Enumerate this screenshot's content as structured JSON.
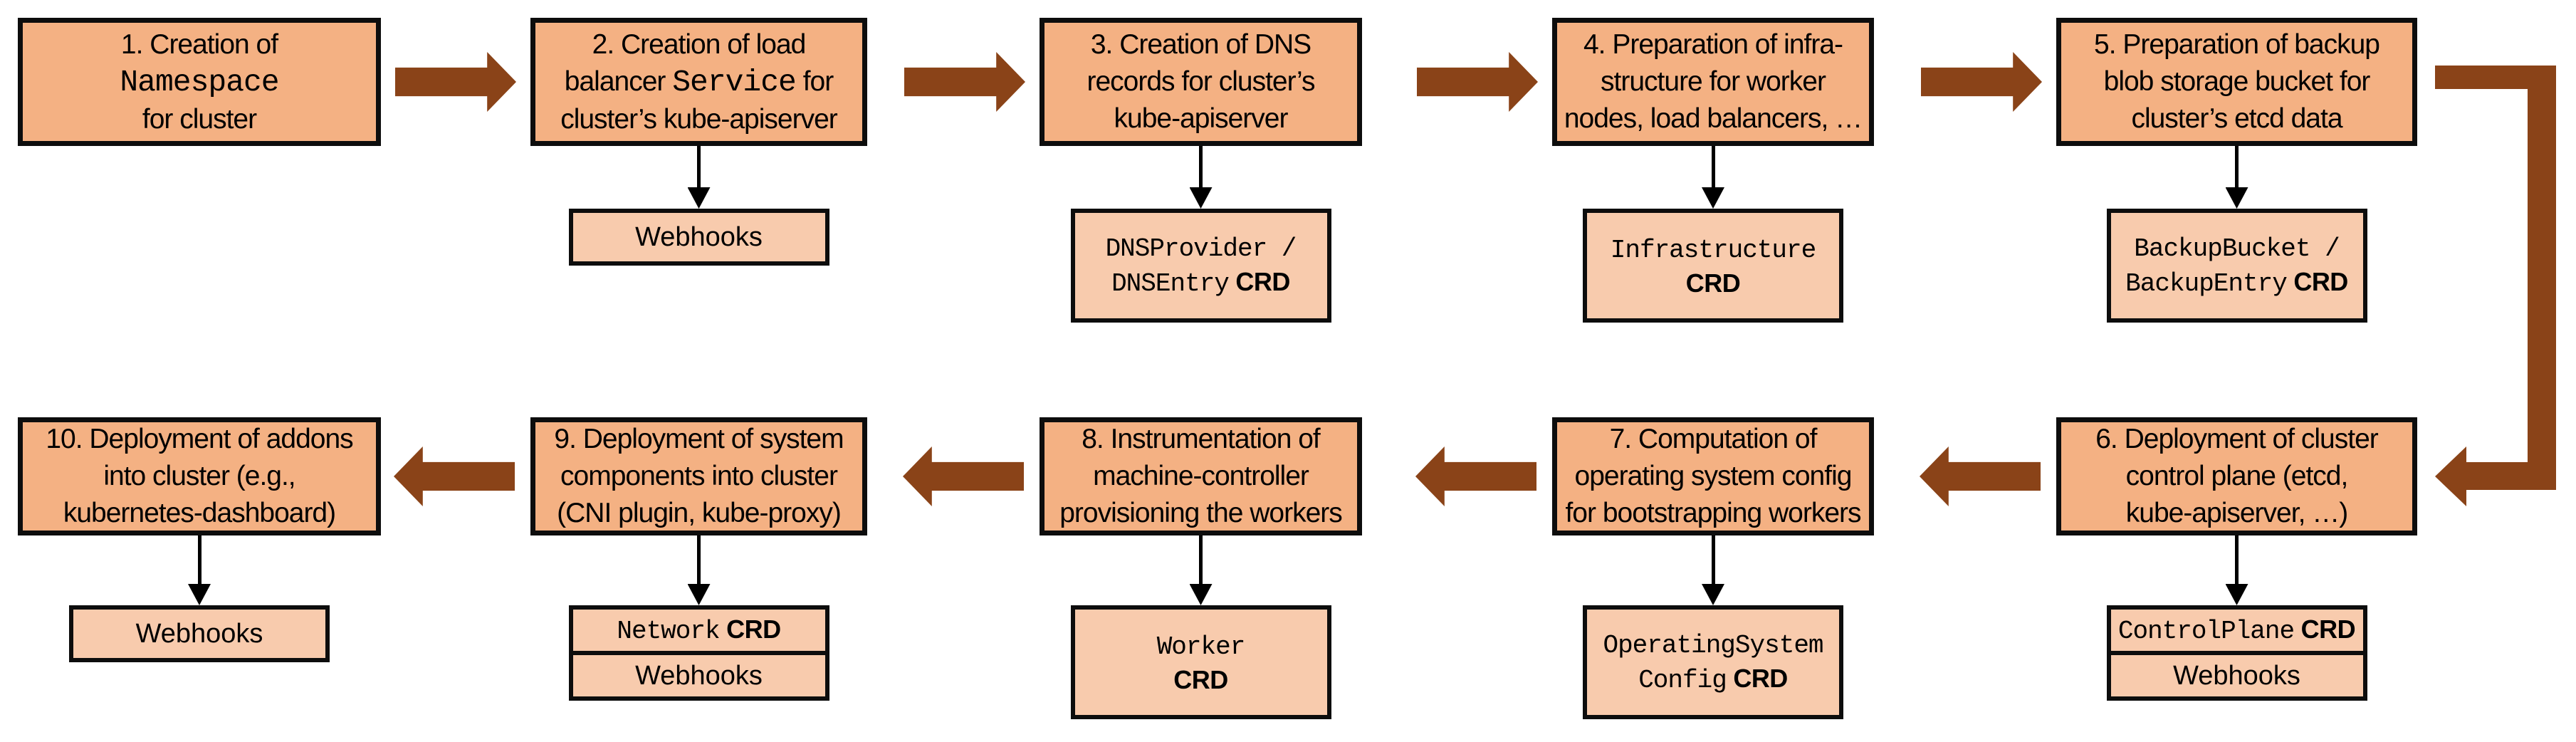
{
  "diagram": {
    "description": "Flow of 10 cluster reconciliation steps with extension CRD / webhook boxes",
    "colors": {
      "step_box_fill": "#F4B183",
      "sub_box_fill": "#F8CBAD",
      "arrow_brown": "#8A4318",
      "border_black": "#0D0D0D"
    },
    "steps": [
      {
        "id": 1,
        "row": 0,
        "col": 0,
        "lines": [
          [
            {
              "text": "1. Creation of"
            }
          ],
          [
            {
              "text": "Namespace",
              "mono": true
            }
          ],
          [
            {
              "text": "for cluster"
            }
          ]
        ],
        "subs": []
      },
      {
        "id": 2,
        "row": 0,
        "col": 1,
        "lines": [
          [
            {
              "text": "2. Creation of load"
            }
          ],
          [
            {
              "text": "balancer "
            },
            {
              "text": "Service",
              "mono": true
            },
            {
              "text": " for"
            }
          ],
          [
            {
              "text": "cluster’s kube-apiserver"
            }
          ]
        ],
        "subs": [
          {
            "lines": [
              [
                {
                  "text": "Webhooks"
                }
              ]
            ]
          }
        ]
      },
      {
        "id": 3,
        "row": 0,
        "col": 2,
        "lines": [
          [
            {
              "text": "3. Creation of DNS"
            }
          ],
          [
            {
              "text": "records for cluster’s"
            }
          ],
          [
            {
              "text": "kube-apiserver"
            }
          ]
        ],
        "subs": [
          {
            "lines": [
              [
                {
                  "text": "DNSProvider /",
                  "mono": true
                }
              ],
              [
                {
                  "text": "DNSEntry",
                  "mono": true
                },
                {
                  "text": " CRD",
                  "crd": true
                }
              ]
            ]
          }
        ]
      },
      {
        "id": 4,
        "row": 0,
        "col": 3,
        "lines": [
          [
            {
              "text": "4. Preparation of infra-"
            }
          ],
          [
            {
              "text": "structure for worker"
            }
          ],
          [
            {
              "text": "nodes, load balancers, …"
            }
          ]
        ],
        "subs": [
          {
            "lines": [
              [
                {
                  "text": "Infrastructure",
                  "mono": true
                }
              ],
              [
                {
                  "text": "CRD",
                  "crd": true
                }
              ]
            ]
          }
        ]
      },
      {
        "id": 5,
        "row": 0,
        "col": 4,
        "lines": [
          [
            {
              "text": "5. Preparation of backup"
            }
          ],
          [
            {
              "text": "blob storage bucket for"
            }
          ],
          [
            {
              "text": "cluster’s etcd data"
            }
          ]
        ],
        "subs": [
          {
            "lines": [
              [
                {
                  "text": "BackupBucket /",
                  "mono": true
                }
              ],
              [
                {
                  "text": "BackupEntry",
                  "mono": true
                },
                {
                  "text": " CRD",
                  "crd": true
                }
              ]
            ]
          }
        ]
      },
      {
        "id": 6,
        "row": 1,
        "col": 4,
        "lines": [
          [
            {
              "text": "6. Deployment of cluster"
            }
          ],
          [
            {
              "text": "control plane (etcd,"
            }
          ],
          [
            {
              "text": "kube-apiserver, …)"
            }
          ]
        ],
        "subs": [
          {
            "lines": [
              [
                {
                  "text": "ControlPlane",
                  "mono": true
                },
                {
                  "text": " CRD",
                  "crd": true
                }
              ]
            ]
          },
          {
            "lines": [
              [
                {
                  "text": "Webhooks"
                }
              ]
            ]
          }
        ]
      },
      {
        "id": 7,
        "row": 1,
        "col": 3,
        "lines": [
          [
            {
              "text": "7. Computation of"
            }
          ],
          [
            {
              "text": "operating system config"
            }
          ],
          [
            {
              "text": "for bootstrapping workers"
            }
          ]
        ],
        "subs": [
          {
            "lines": [
              [
                {
                  "text": "OperatingSystem",
                  "mono": true
                }
              ],
              [
                {
                  "text": "Config",
                  "mono": true
                },
                {
                  "text": " CRD",
                  "crd": true
                }
              ]
            ]
          }
        ]
      },
      {
        "id": 8,
        "row": 1,
        "col": 2,
        "lines": [
          [
            {
              "text": "8. Instrumentation of"
            }
          ],
          [
            {
              "text": "machine-controller"
            }
          ],
          [
            {
              "text": "provisioning the workers"
            }
          ]
        ],
        "subs": [
          {
            "lines": [
              [
                {
                  "text": "Worker",
                  "mono": true
                }
              ],
              [
                {
                  "text": "CRD",
                  "crd": true
                }
              ]
            ]
          }
        ]
      },
      {
        "id": 9,
        "row": 1,
        "col": 1,
        "lines": [
          [
            {
              "text": "9. Deployment of system"
            }
          ],
          [
            {
              "text": "components into cluster"
            }
          ],
          [
            {
              "text": "(CNI plugin, kube-proxy)"
            }
          ]
        ],
        "subs": [
          {
            "lines": [
              [
                {
                  "text": "Network",
                  "mono": true
                },
                {
                  "text": " CRD",
                  "crd": true
                }
              ]
            ]
          },
          {
            "lines": [
              [
                {
                  "text": "Webhooks"
                }
              ]
            ]
          }
        ]
      },
      {
        "id": 10,
        "row": 1,
        "col": 0,
        "lines": [
          [
            {
              "text": "10. Deployment of addons"
            }
          ],
          [
            {
              "text": "into cluster (e.g.,"
            }
          ],
          [
            {
              "text": "kubernetes-dashboard)"
            }
          ]
        ],
        "subs": [
          {
            "lines": [
              [
                {
                  "text": "Webhooks"
                }
              ]
            ]
          }
        ]
      }
    ],
    "flow": {
      "row1_direction": "left-to-right",
      "row2_direction": "right-to-left",
      "wrap_connector": "from step 5 around the right edge down into step 6"
    }
  }
}
